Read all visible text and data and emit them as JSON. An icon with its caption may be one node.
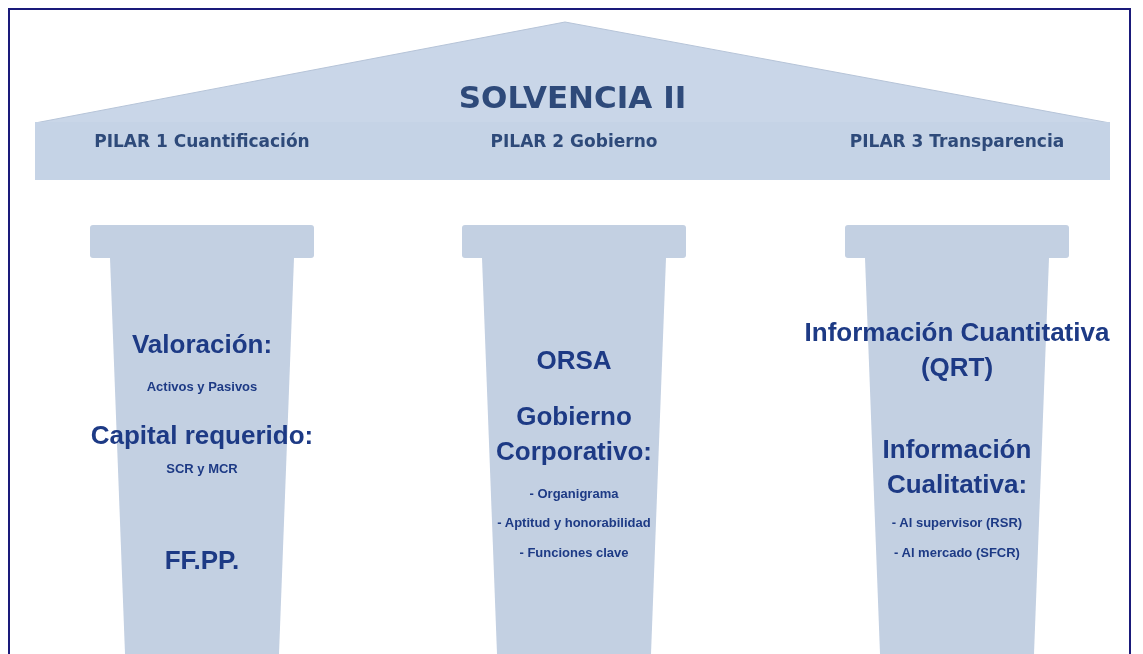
{
  "diagram": {
    "nodes": [
      {
        "text": [
          "SOLVENCIA II"
        ]
      },
      {
        "text": [
          "PILAR 1 Cuantificación",
          "PILAR 2 Gobierno",
          "PILAR 3 Transparencia"
        ]
      },
      {
        "text": [
          "Valoración:",
          "Activos y Pasivos",
          "Capital requerido:",
          "SCR y MCR",
          "FF.PP."
        ]
      },
      {
        "text": [
          "ORSA",
          "Gobierno Corporativo:",
          "- Organigrama",
          "- Aptitud y honorabilidad",
          "- Funciones clave"
        ]
      },
      {
        "text": [
          "Información Cuantitativa (QRT)",
          "Información Cualitativa:",
          "- Al supervisor (RSR)",
          "- Al mercado (SFCR)"
        ]
      }
    ],
    "edges": []
  }
}
